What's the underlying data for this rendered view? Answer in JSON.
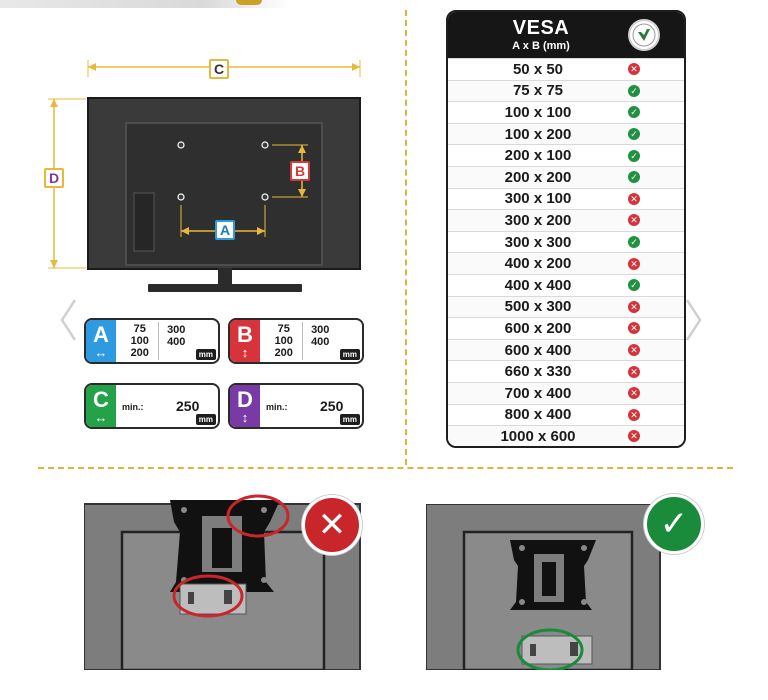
{
  "dimensions": {
    "c": "C",
    "d": "D",
    "b": "B",
    "a": "A"
  },
  "cards": {
    "a": {
      "letter": "A",
      "col1": [
        "75",
        "100",
        "200"
      ],
      "col2": [
        "300",
        "400"
      ],
      "unit": "mm"
    },
    "b": {
      "letter": "B",
      "col1": [
        "75",
        "100",
        "200"
      ],
      "col2": [
        "300",
        "400"
      ],
      "unit": "mm"
    },
    "c": {
      "letter": "C",
      "min_label": "min.:",
      "value": "250",
      "unit": "mm"
    },
    "d": {
      "letter": "D",
      "min_label": "min.:",
      "value": "250",
      "unit": "mm"
    }
  },
  "vesa": {
    "title": "VESA",
    "subtitle": "A x B (mm)",
    "rows": [
      {
        "size": "50 x 50",
        "ok": false
      },
      {
        "size": "75 x 75",
        "ok": true
      },
      {
        "size": "100 x 100",
        "ok": true
      },
      {
        "size": "100 x 200",
        "ok": true
      },
      {
        "size": "200 x 100",
        "ok": true
      },
      {
        "size": "200 x 200",
        "ok": true
      },
      {
        "size": "300 x 100",
        "ok": false
      },
      {
        "size": "300 x 200",
        "ok": false
      },
      {
        "size": "300 x 300",
        "ok": true
      },
      {
        "size": "400 x 200",
        "ok": false
      },
      {
        "size": "400 x 400",
        "ok": true
      },
      {
        "size": "500 x 300",
        "ok": false
      },
      {
        "size": "600 x 200",
        "ok": false
      },
      {
        "size": "600 x 400",
        "ok": false
      },
      {
        "size": "660 x 330",
        "ok": false
      },
      {
        "size": "700 x 400",
        "ok": false
      },
      {
        "size": "800 x 400",
        "ok": false
      },
      {
        "size": "1000 x 600",
        "ok": false
      }
    ]
  },
  "status_glyphs": {
    "ok": "✓",
    "no": "✕"
  },
  "indicators": {
    "bad": "✕",
    "good": "✓"
  },
  "icons": {
    "nav_left": "chevron-left-icon",
    "nav_right": "chevron-right-icon",
    "seal": "vesa-seal-icon"
  },
  "colors": {
    "a": "#2e9be0",
    "b": "#d6343a",
    "c": "#24a24a",
    "d": "#7a3aa6",
    "ok": "#1f9141",
    "no": "#d3343a",
    "dash": "#e0b43c"
  }
}
